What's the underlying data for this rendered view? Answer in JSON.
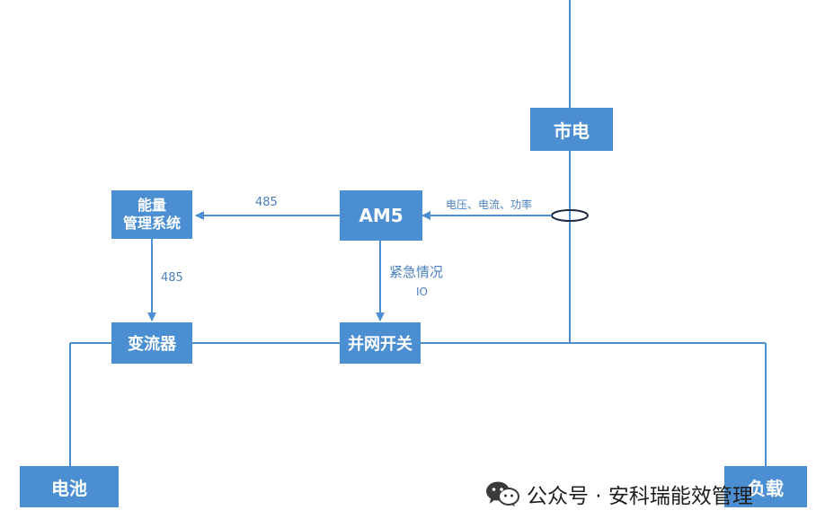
{
  "nodes": {
    "grid": "市电",
    "am5": "AM5",
    "ems_line1": "能量",
    "ems_line2": "管理系统",
    "converter": "变流器",
    "grid_switch": "并网开关",
    "battery": "电池",
    "load": "负载"
  },
  "edge_labels": {
    "am5_to_ems": "485",
    "ems_to_converter": "485",
    "meter_to_am5": "电压、电流、功率",
    "am5_to_switch_line1": "紧急情况",
    "am5_to_switch_line2": "IO"
  },
  "watermark": {
    "text": "公众号 · 安科瑞能效管理",
    "icon": "wechat-icon"
  },
  "colors": {
    "box_fill": "#4b8fd2",
    "line": "#4b8fd2",
    "label_text": "#4b7fbf",
    "box_text": "#ffffff"
  }
}
